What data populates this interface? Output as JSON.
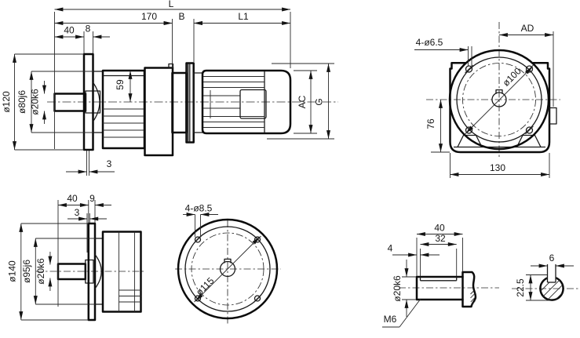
{
  "drawing": {
    "type": "engineering-dimension-drawing",
    "subject": "helical gearmotor with flange and shaft details",
    "colors": {
      "ink": "#141414",
      "paper": "#ffffff"
    },
    "views": {
      "side_view": {
        "dims": {
          "overall_length": "L",
          "gear_unit_length": "170",
          "adapter_width": "B",
          "motor_length": "L1",
          "shaft_length": "40",
          "flange_thickness": "8",
          "axis_height": "59",
          "flange_dia": "ø120",
          "pilot_dia": "ø80j6",
          "shaft_dia": "ø20k6",
          "face_offset": "3",
          "motor_dia": "AC",
          "overall_height": "G"
        }
      },
      "front_view": {
        "dims": {
          "mounting_holes": "4-ø6.5",
          "box_width": "AD",
          "bolt_circle_dia": "ø100",
          "center_height": "76",
          "housing_width": "130"
        }
      },
      "flange_side_view": {
        "dims": {
          "shaft_length": "40",
          "flange_thickness": "9",
          "face_offset": "3",
          "flange_dia": "ø140",
          "pilot_dia": "ø95j6",
          "shaft_dia": "ø20k6"
        }
      },
      "flange_face_view": {
        "dims": {
          "mounting_holes": "4-ø8.5",
          "bolt_circle_dia": "ø115"
        }
      },
      "shaft_detail_view": {
        "dims": {
          "shaft_length": "40",
          "key_length": "32",
          "key_offset": "4",
          "shaft_dia": "ø20k6",
          "tapped_hole": "M6",
          "key_width": "6",
          "key_height": "22.5"
        }
      }
    }
  }
}
